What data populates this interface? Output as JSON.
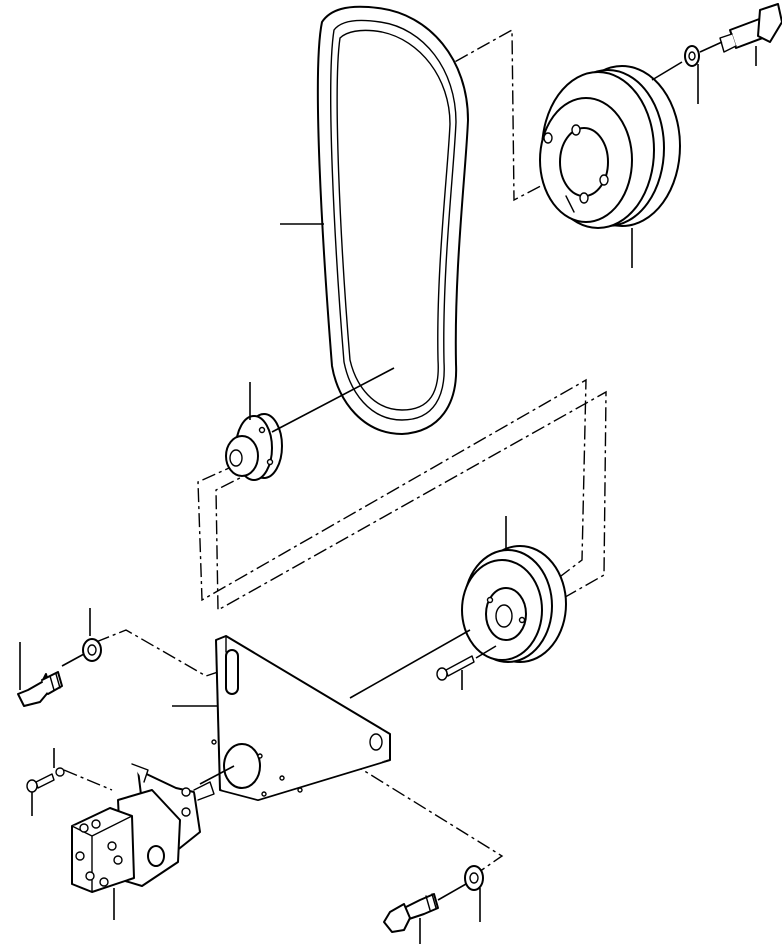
{
  "diagram": {
    "type": "exploded-parts-view",
    "labels": [],
    "colors": {
      "line": "#000000",
      "background": "#ffffff"
    },
    "parts": [
      {
        "id": "v-belt"
      },
      {
        "id": "large-pulley"
      },
      {
        "id": "lock-washer-top"
      },
      {
        "id": "cap-screw-top"
      },
      {
        "id": "small-drive-hub"
      },
      {
        "id": "lower-pulley"
      },
      {
        "id": "set-screw-pulley"
      },
      {
        "id": "mounting-bracket"
      },
      {
        "id": "washer-left"
      },
      {
        "id": "cap-screw-left"
      },
      {
        "id": "gear-pump"
      },
      {
        "id": "pump-screw-small"
      },
      {
        "id": "washer-bottom"
      },
      {
        "id": "cap-screw-bottom"
      }
    ]
  }
}
